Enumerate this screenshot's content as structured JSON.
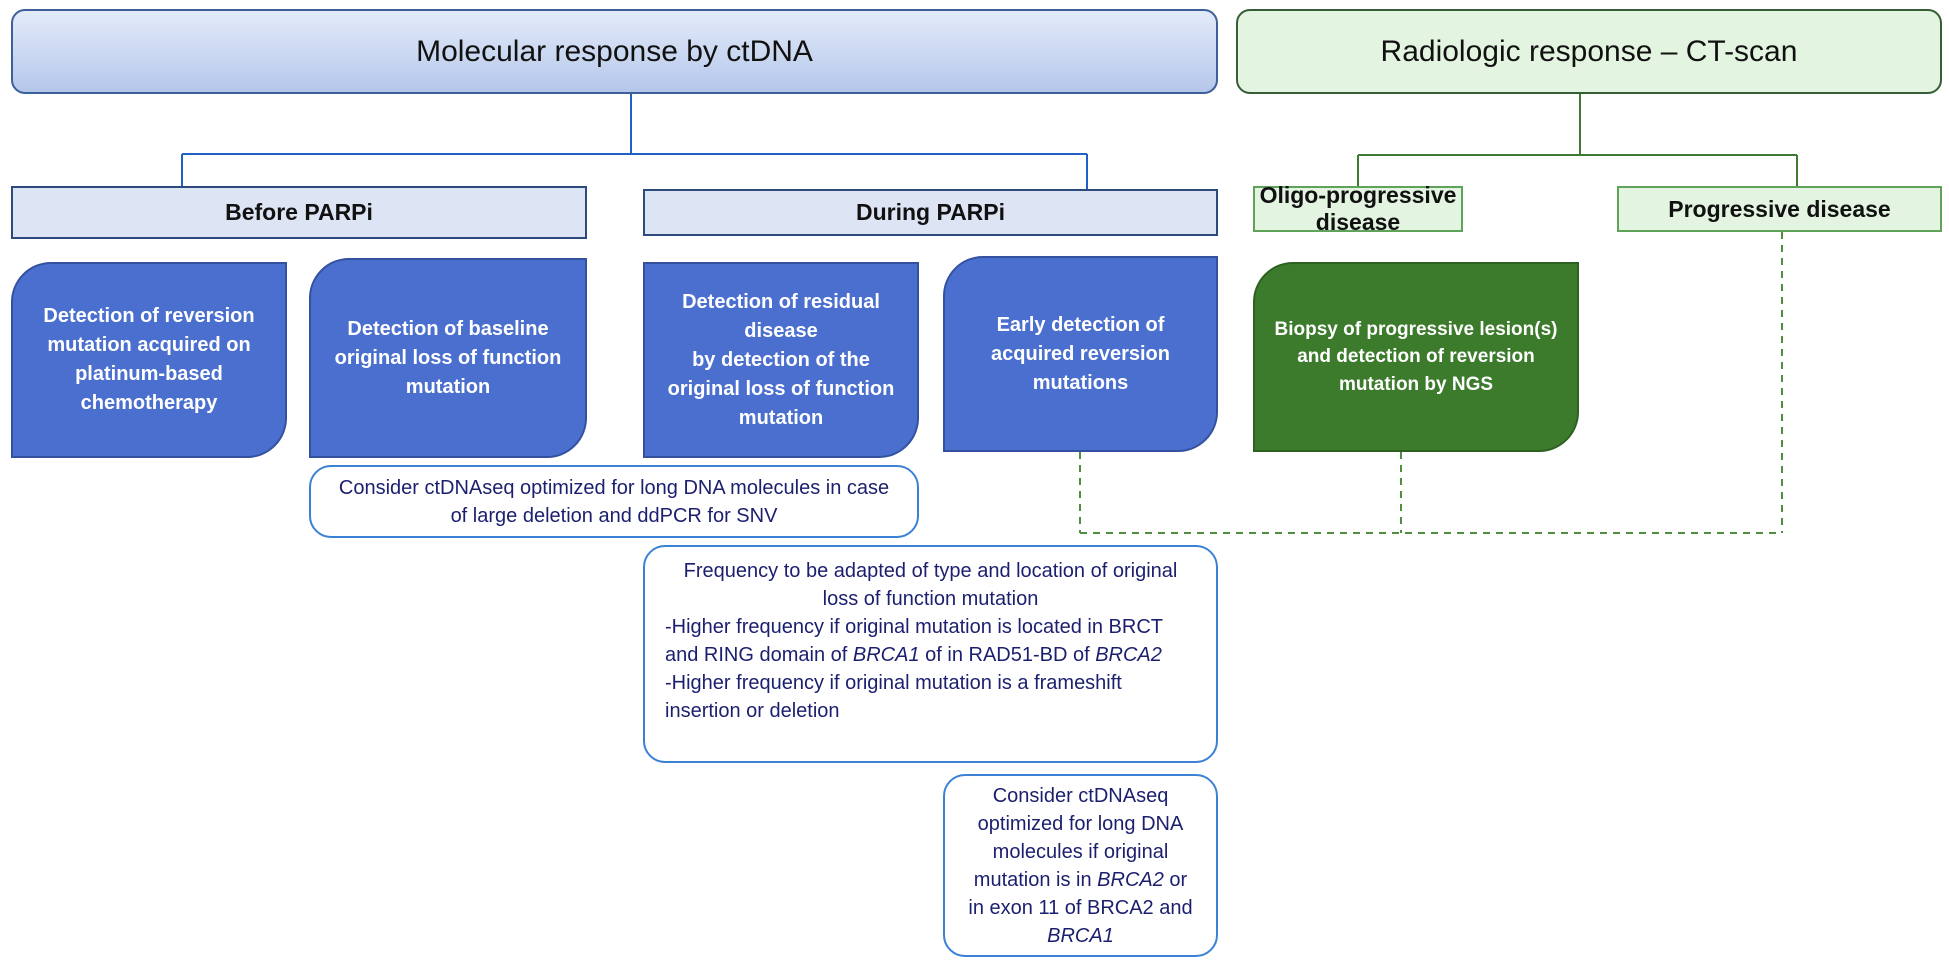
{
  "headers": {
    "molecular": "Molecular response by ctDNA",
    "radiologic": "Radiologic response – CT-scan"
  },
  "phases": {
    "before": "Before PARPi",
    "during": "During PARPi",
    "oligo": "Oligo-progressive disease",
    "progressive": "Progressive disease"
  },
  "cards": {
    "reversion_platinum": "Detection of reversion mutation acquired on platinum-based chemotherapy",
    "baseline_loss": "Detection of baseline original loss of function mutation",
    "residual": [
      "Detection of residual disease",
      "by detection of the original loss of function mutation"
    ],
    "early_reversion": "Early detection of acquired reversion mutations",
    "biopsy": "Biopsy of progressive lesion(s) and detection of reversion mutation by NGS"
  },
  "notes": {
    "ctdnaseq_long": "Consider ctDNAseq optimized for long DNA molecules in case of large deletion and ddPCR for SNV",
    "frequency": {
      "title": "Frequency to be adapted of type and location of original loss of function mutation",
      "line1_a": "-Higher  frequency if original mutation is located in BRCT and RING domain of ",
      "line1_gene1": "BRCA1",
      "line1_b": " of in RAD51-BD of ",
      "line1_gene2": "BRCA2",
      "line2": "-Higher frequency if original mutation is a frameshift insertion or deletion"
    },
    "brca": {
      "a": "Consider ctDNAseq optimized for long DNA molecules if original mutation is in ",
      "gene1": "BRCA2",
      "b": " or in exon 11 of BRCA2 and ",
      "gene2": "BRCA1"
    }
  },
  "colors": {
    "blue_line": "#1f5fc7",
    "green_line": "#3f7a35",
    "dashed_green": "#4f8f3f",
    "card_blue": "#4a6fcf",
    "card_green": "#3c7a2c",
    "note_border": "#3b82d4",
    "note_text": "#1b1f6e"
  }
}
